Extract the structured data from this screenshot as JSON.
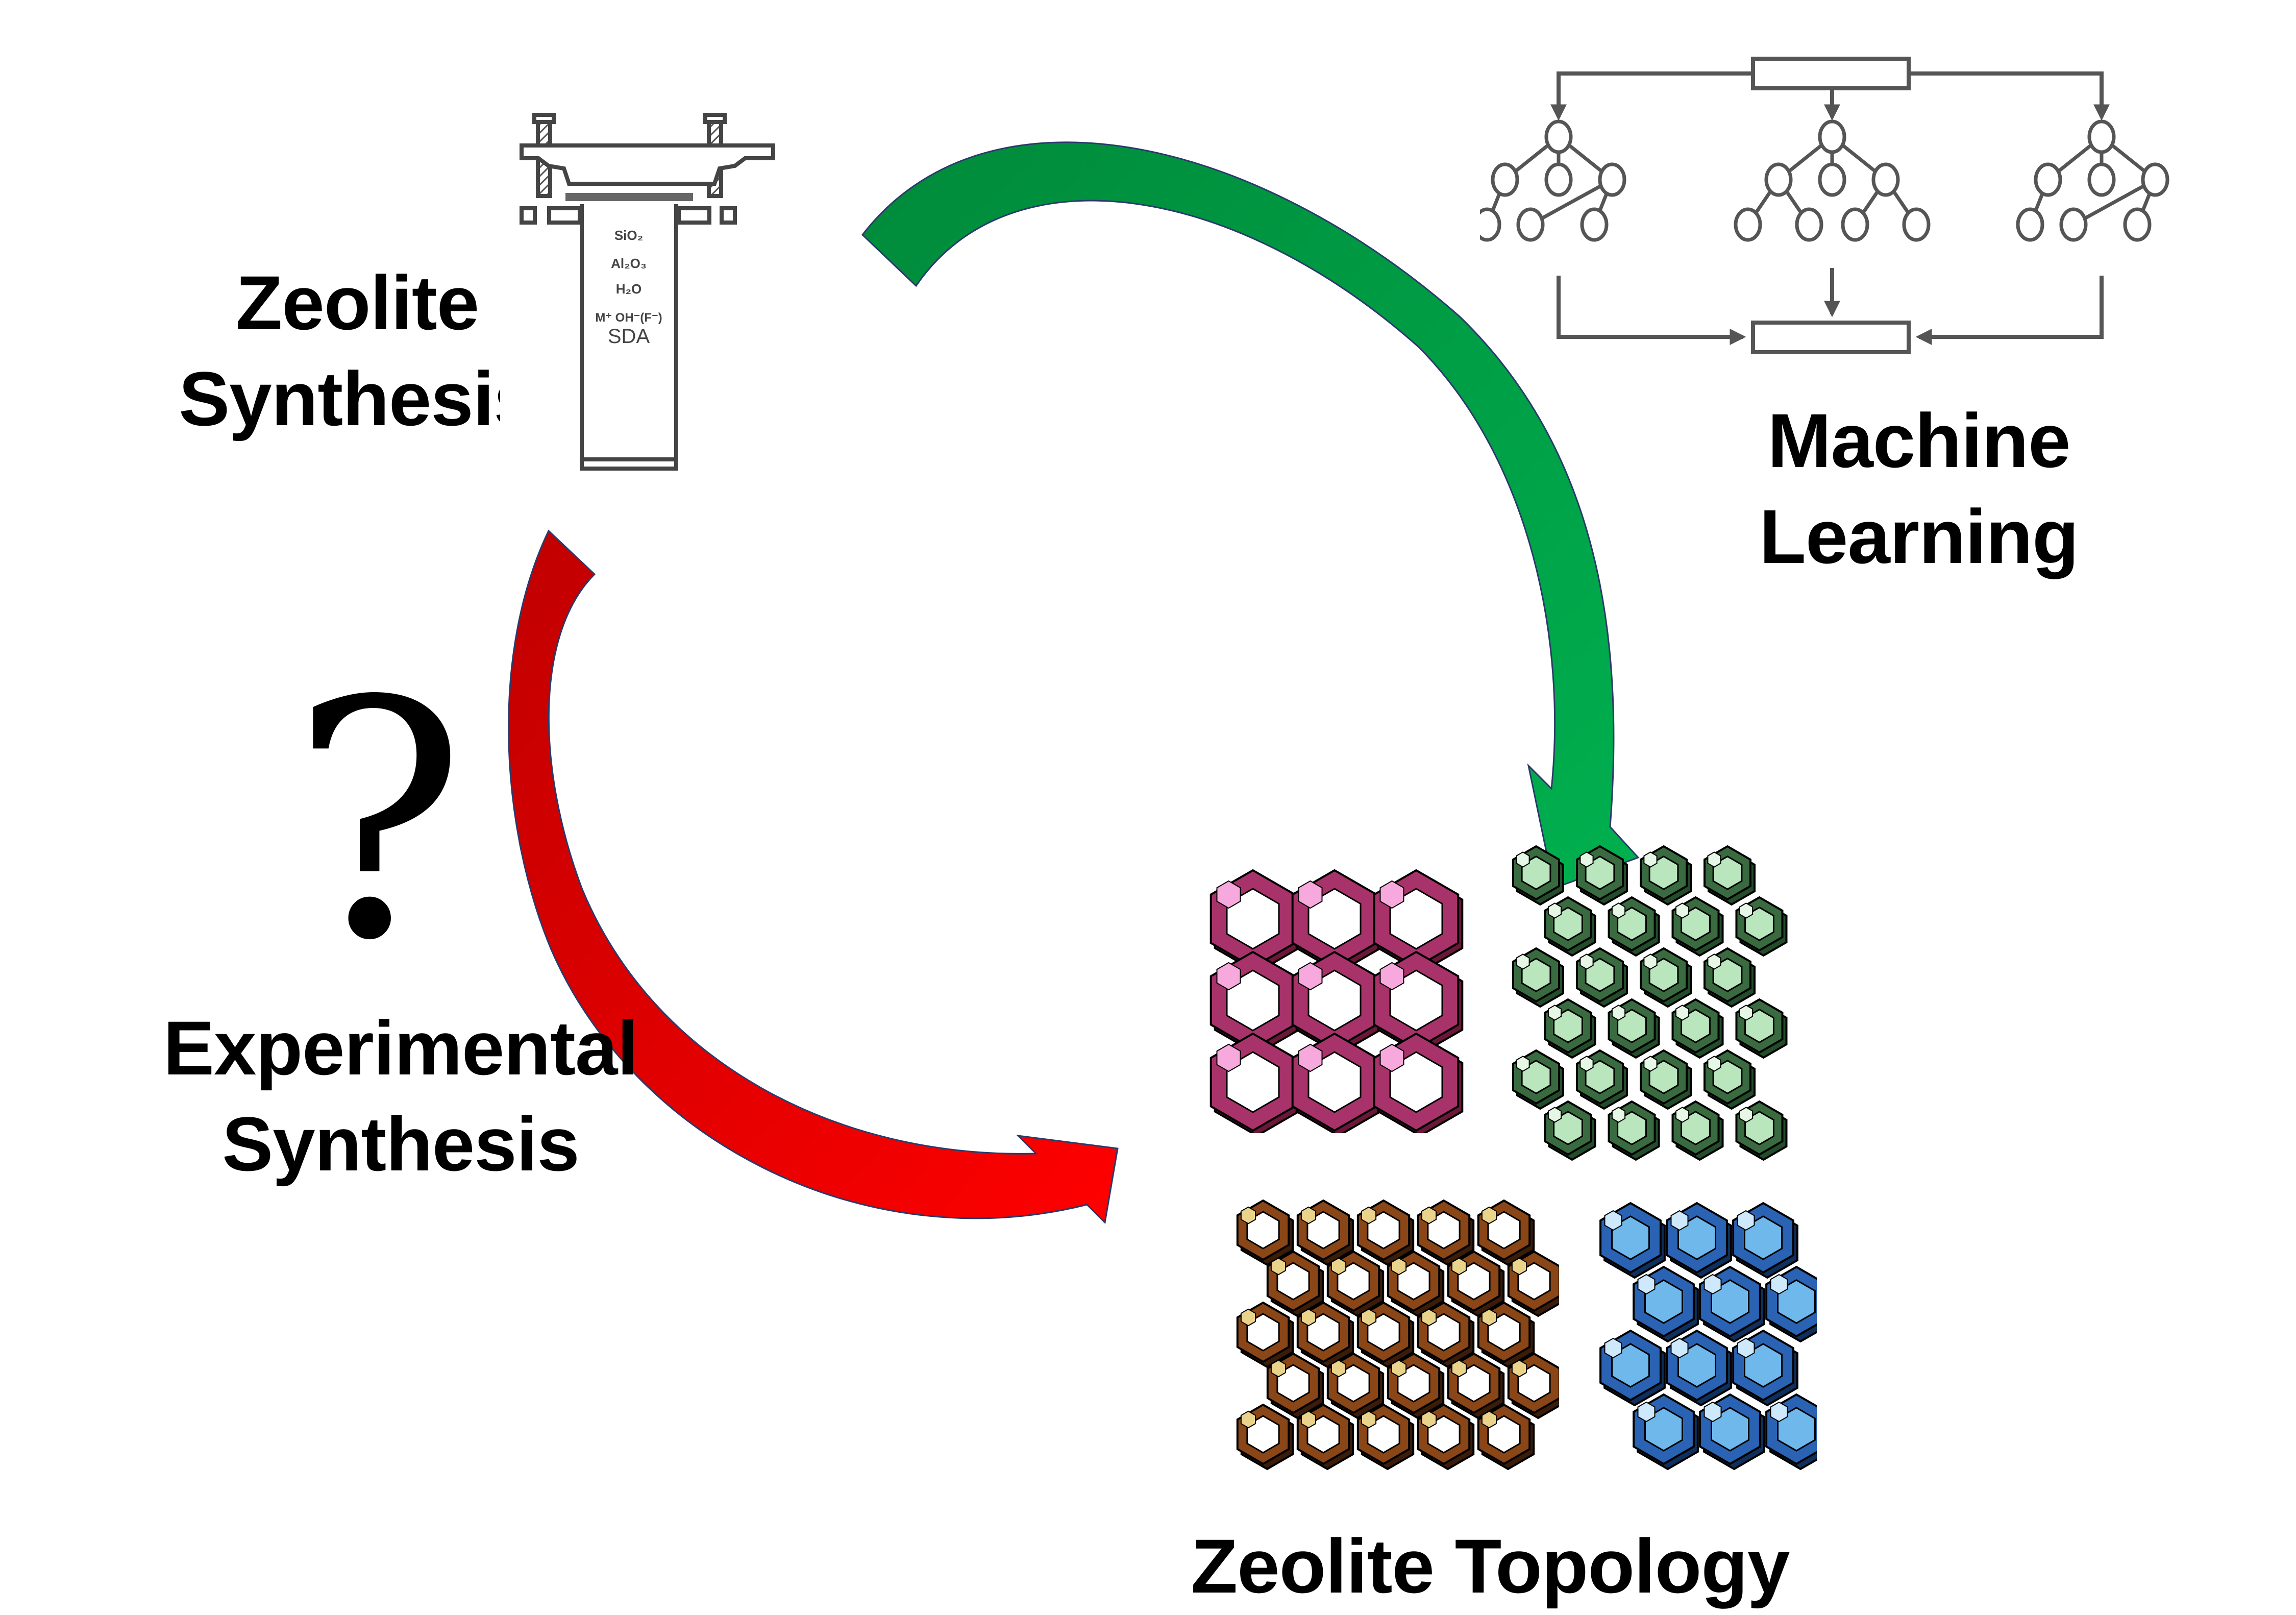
{
  "figure": {
    "type": "graphical-abstract",
    "description": "Zeolite synthesis to topology: machine learning vs experimental synthesis"
  },
  "labels": {
    "zeolite_synthesis": [
      "Zeolite",
      "Synthesis"
    ],
    "machine_learning": [
      "Machine",
      "Learning"
    ],
    "experimental_synthesis": [
      "Experimental",
      "Synthesis"
    ],
    "zeolite_topology": "Zeolite Topology",
    "question_mark": "?"
  },
  "autoclave": {
    "contents": [
      "SiO₂",
      "Al₂O₃",
      "H₂O",
      "M⁺ OH⁻(F⁻)",
      "SDA"
    ]
  },
  "ml_diagram": {
    "kind": "random-forest",
    "trees": 3,
    "input_box": "",
    "output_box": ""
  },
  "arrows": [
    {
      "name": "machine-learning-arrow",
      "from": "Zeolite Synthesis",
      "to": "Zeolite Topology",
      "color_dark": "#008a3a",
      "color_light": "#00b04f"
    },
    {
      "name": "experimental-synthesis-arrow",
      "from": "Zeolite Synthesis",
      "to": "Zeolite Topology",
      "color_dark": "#c00000",
      "color_light": "#ff0000"
    }
  ],
  "topologies": [
    {
      "name": "pink-framework",
      "palette": [
        "#6b1838",
        "#a8336a",
        "#e35fa3",
        "#f7a8dc"
      ]
    },
    {
      "name": "green-framework",
      "palette": [
        "#234d2a",
        "#3a6b40",
        "#b9e6bd",
        "#e6f7e6"
      ]
    },
    {
      "name": "brown-framework",
      "palette": [
        "#3b1c08",
        "#8a4617",
        "#d9914a",
        "#ead38a"
      ]
    },
    {
      "name": "blue-framework",
      "palette": [
        "#0f2f5c",
        "#2a63b3",
        "#6fb8ec",
        "#cde9fb"
      ]
    }
  ],
  "colors": {
    "text": "#000000",
    "line": "#555555",
    "background": "#ffffff"
  }
}
